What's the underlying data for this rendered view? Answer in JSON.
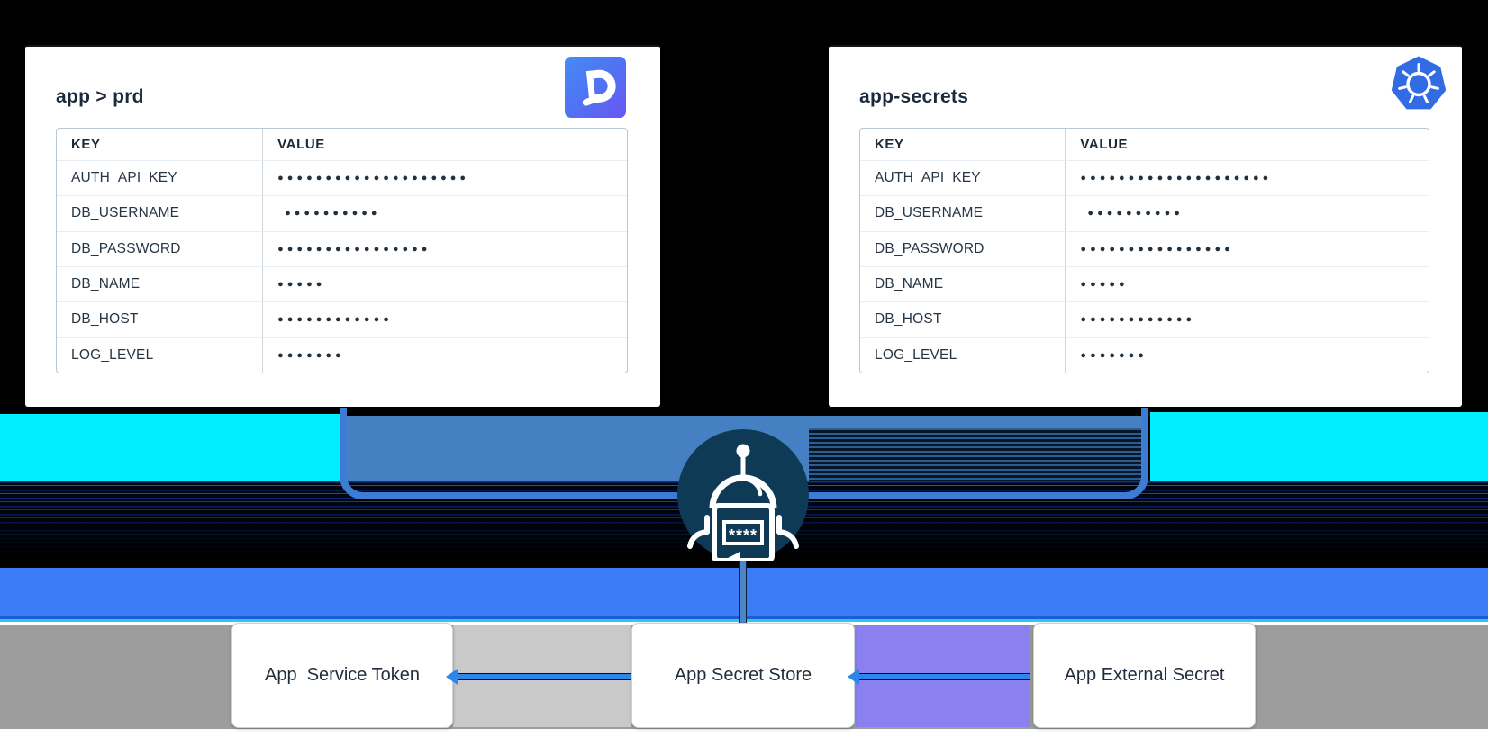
{
  "left_card": {
    "title": "app > prd",
    "logo": "doppler-logo",
    "table": {
      "headers": [
        "KEY",
        "VALUE"
      ],
      "rows": [
        {
          "key": "AUTH_API_KEY",
          "value_mask": "●●●●●●●●●●●●●●●●●●●●"
        },
        {
          "key": "DB_USERNAME",
          "value_mask": "●●●●●●●●●●"
        },
        {
          "key": "DB_PASSWORD",
          "value_mask": "●●●●●●●●●●●●●●●●"
        },
        {
          "key": "DB_NAME",
          "value_mask": "●●●●●"
        },
        {
          "key": "DB_HOST",
          "value_mask": "●●●●●●●●●●●●"
        },
        {
          "key": "LOG_LEVEL",
          "value_mask": "●●●●●●●"
        }
      ]
    }
  },
  "right_card": {
    "title": "app-secrets",
    "logo": "kubernetes-logo",
    "table": {
      "headers": [
        "KEY",
        "VALUE"
      ],
      "rows": [
        {
          "key": "AUTH_API_KEY",
          "value_mask": "●●●●●●●●●●●●●●●●●●●●"
        },
        {
          "key": "DB_USERNAME",
          "value_mask": "●●●●●●●●●●"
        },
        {
          "key": "DB_PASSWORD",
          "value_mask": "●●●●●●●●●●●●●●●●"
        },
        {
          "key": "DB_NAME",
          "value_mask": "●●●●●"
        },
        {
          "key": "DB_HOST",
          "value_mask": "●●●●●●●●●●●●"
        },
        {
          "key": "LOG_LEVEL",
          "value_mask": "●●●●●●●"
        }
      ]
    }
  },
  "robot": {
    "icon": "secrets-sync-robot-icon",
    "mask_text": "****"
  },
  "bottom_row": {
    "boxes": [
      {
        "label": "App  Service Token"
      },
      {
        "label": "App Secret Store"
      },
      {
        "label": "App External Secret"
      }
    ]
  },
  "colors": {
    "cyan_band": "#00efff",
    "steel_band": "#4580c2",
    "bracket_line": "#3c7cd2",
    "royal_band": "#3b7cf7",
    "royal_edge": "#1a5ed6",
    "cyan_hairline": "#2fc6f2",
    "gray_margin": "#9d9d9d",
    "gray_panel": "#c9c9c9",
    "purple_panel": "#8a80f0",
    "connector_blue": "#2e86e8",
    "robot_navy": "#0f3a55",
    "text_navy": "#1b2b3d",
    "kubernetes_blue": "#326ce5",
    "doppler_gradient_start": "#478bf5",
    "doppler_gradient_end": "#6b55f2"
  }
}
